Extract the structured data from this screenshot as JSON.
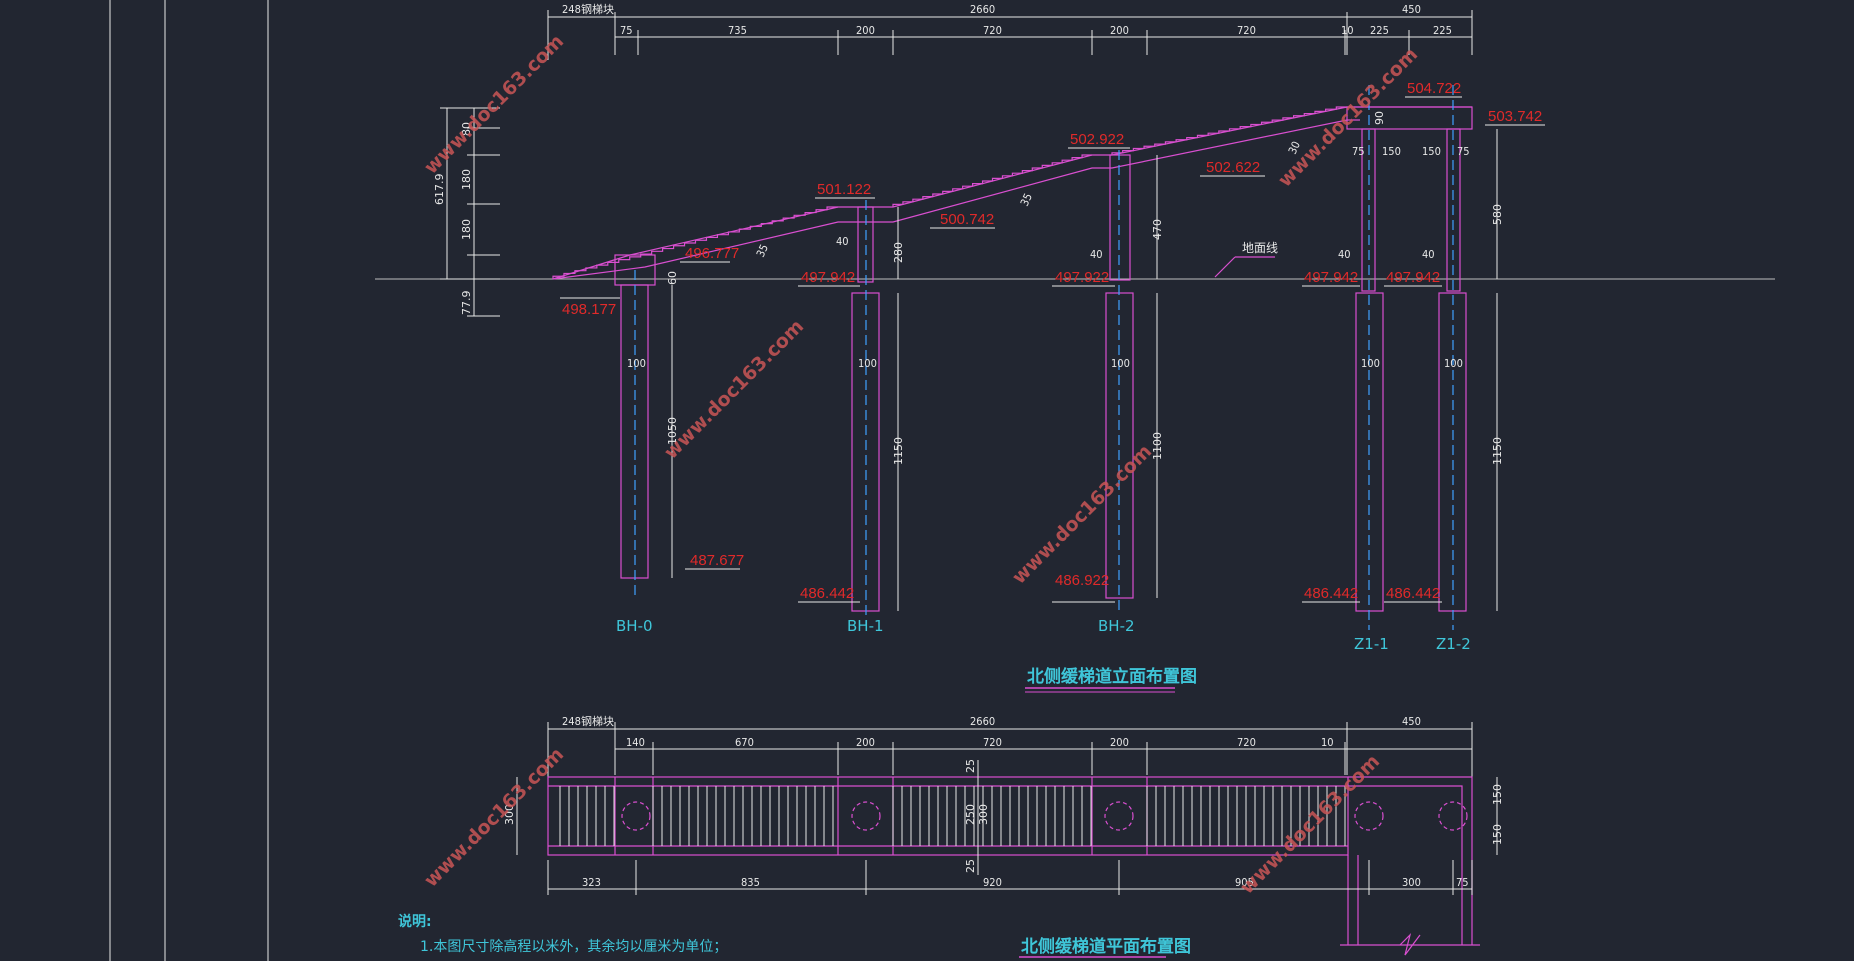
{
  "colors": {
    "background": "#222631",
    "structure": "#d94fd0",
    "dimension": "#e8e8e8",
    "elevation": "#e02a2a",
    "label": "#3fc6d9",
    "centerline": "#3fa0ff",
    "watermark": "#c95656"
  },
  "elevation_view": {
    "title": "北侧缓梯道立面布置图",
    "ground_label": "地面线",
    "top_dims": {
      "overall": "2660",
      "right_total": "450",
      "abutment": "248",
      "abutment_note": "钢梯块",
      "spans": [
        "75",
        "735",
        "200",
        "720",
        "200",
        "720",
        "10",
        "225",
        "225"
      ]
    },
    "left_dims": [
      "617.9",
      "80",
      "180",
      "180",
      "77.9"
    ],
    "angle_labels": [
      "35",
      "35",
      "30"
    ],
    "right_dims": [
      "580",
      "1150"
    ],
    "top_platform_dims": [
      "75",
      "150",
      "150",
      "75",
      "90"
    ],
    "local_dims": [
      "40",
      "280",
      "40",
      "470",
      "40",
      "40",
      "60"
    ],
    "elevations": {
      "bh0_top": "498.177",
      "bh0_stair": "496.777",
      "bh0_bottom": "487.677",
      "bh1_top": "501.122",
      "bh1_mid": "500.742",
      "bh1_ground": "497.942",
      "bh1_bottom": "486.442",
      "bh2_top": "502.922",
      "bh2_mid": "502.622",
      "bh2_ground": "497.922",
      "bh2_bottom": "486.922",
      "z_top": "504.722",
      "z_right": "503.742",
      "z1_ground": "497.942",
      "z2_ground": "497.942",
      "z1_bottom": "486.442",
      "z2_bottom": "486.442"
    },
    "pile_width": "100",
    "pile_lengths": [
      "1050",
      "1150",
      "1100",
      "1150"
    ],
    "piers": [
      "BH-0",
      "BH-1",
      "BH-2",
      "Z1-1",
      "Z1-2"
    ]
  },
  "plan_view": {
    "title": "北侧缓梯道平面布置图",
    "top_dims": {
      "overall": "2660",
      "right_total": "450",
      "abutment": "248",
      "abutment_note": "钢梯块",
      "spans": [
        "140",
        "670",
        "200",
        "720",
        "200",
        "720",
        "10"
      ]
    },
    "width_dims": [
      "25",
      "250",
      "300",
      "25",
      "300"
    ],
    "right_dims": [
      "150",
      "150"
    ],
    "bottom_dims": [
      "323",
      "835",
      "920",
      "905",
      "300",
      "75"
    ]
  },
  "notes": {
    "heading": "说明:",
    "item1": "1.本图尺寸除高程以米外，其余均以厘米为单位；"
  },
  "watermark": "www.doc163.com"
}
